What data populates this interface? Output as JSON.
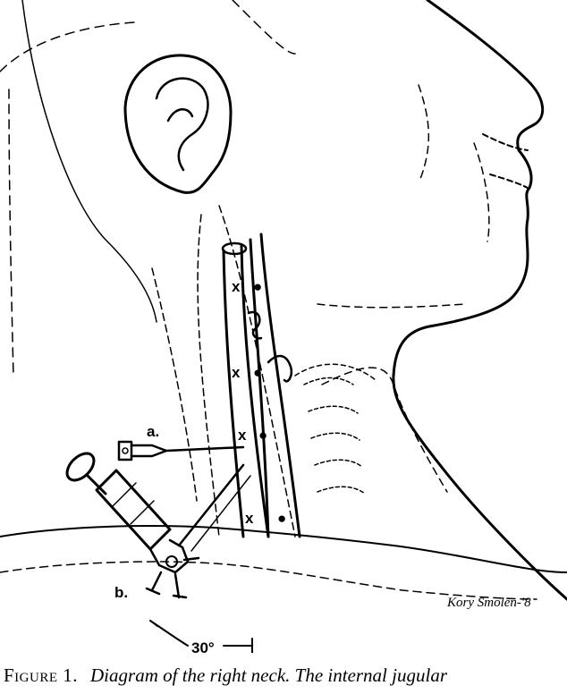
{
  "diagram": {
    "labels": {
      "a": "a.",
      "b": "b.",
      "angle": "30°",
      "artery_marker": "●",
      "vein_marker": "x"
    },
    "signature": "Kory Smolen-'8"
  },
  "caption": {
    "lead": "Figure 1.",
    "text": "Diagram of the right neck. The internal jugular"
  },
  "colors": {
    "ink": "#000000",
    "paper": "#ffffff"
  }
}
